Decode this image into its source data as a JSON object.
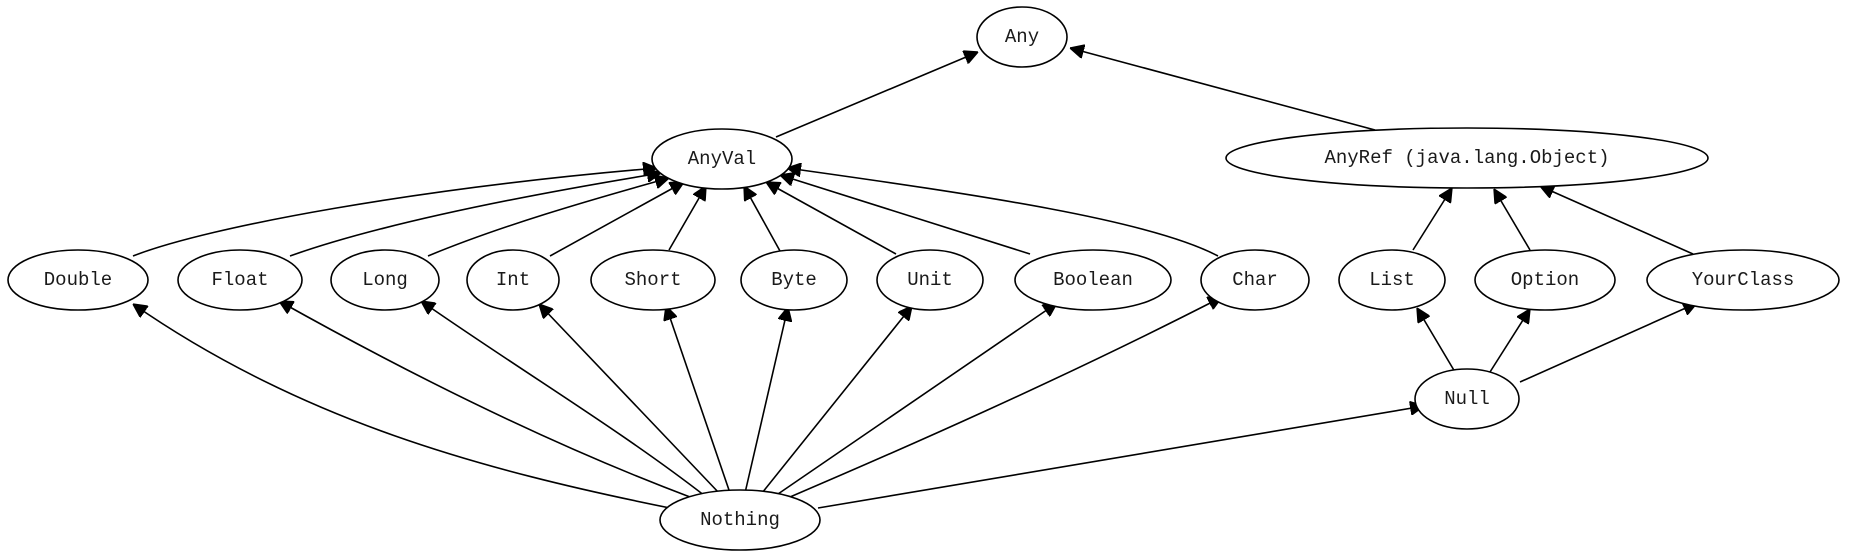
{
  "diagram": {
    "nodes": {
      "any": "Any",
      "anyval": "AnyVal",
      "anyref": "AnyRef (java.lang.Object)",
      "double": "Double",
      "float": "Float",
      "long": "Long",
      "int": "Int",
      "short": "Short",
      "byte": "Byte",
      "unit": "Unit",
      "boolean": "Boolean",
      "char": "Char",
      "list": "List",
      "option": "Option",
      "yourclass": "YourClass",
      "null": "Null",
      "nothing": "Nothing"
    },
    "edges": [
      {
        "from": "anyval",
        "to": "any"
      },
      {
        "from": "anyref",
        "to": "any"
      },
      {
        "from": "double",
        "to": "anyval"
      },
      {
        "from": "float",
        "to": "anyval"
      },
      {
        "from": "long",
        "to": "anyval"
      },
      {
        "from": "int",
        "to": "anyval"
      },
      {
        "from": "short",
        "to": "anyval"
      },
      {
        "from": "byte",
        "to": "anyval"
      },
      {
        "from": "unit",
        "to": "anyval"
      },
      {
        "from": "boolean",
        "to": "anyval"
      },
      {
        "from": "char",
        "to": "anyval"
      },
      {
        "from": "list",
        "to": "anyref"
      },
      {
        "from": "option",
        "to": "anyref"
      },
      {
        "from": "yourclass",
        "to": "anyref"
      },
      {
        "from": "null",
        "to": "list"
      },
      {
        "from": "null",
        "to": "option"
      },
      {
        "from": "null",
        "to": "yourclass"
      },
      {
        "from": "nothing",
        "to": "double"
      },
      {
        "from": "nothing",
        "to": "float"
      },
      {
        "from": "nothing",
        "to": "long"
      },
      {
        "from": "nothing",
        "to": "int"
      },
      {
        "from": "nothing",
        "to": "short"
      },
      {
        "from": "nothing",
        "to": "byte"
      },
      {
        "from": "nothing",
        "to": "unit"
      },
      {
        "from": "nothing",
        "to": "boolean"
      },
      {
        "from": "nothing",
        "to": "char"
      },
      {
        "from": "nothing",
        "to": "null"
      }
    ]
  }
}
